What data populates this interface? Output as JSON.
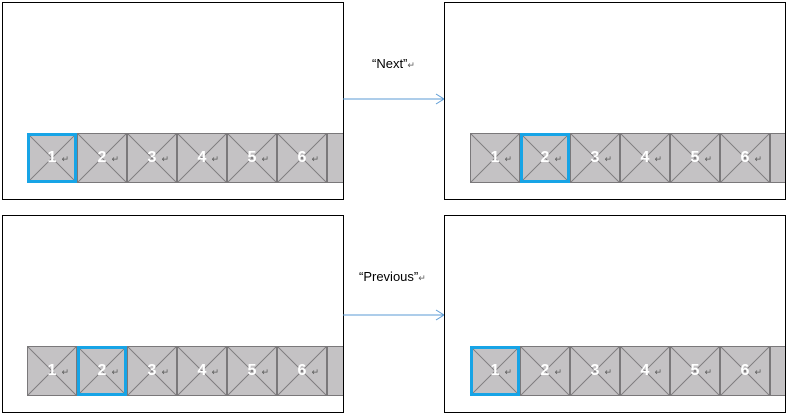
{
  "accent_color": "#17a4e6",
  "arrow_color": "#5b9bd5",
  "return_mark": "↵",
  "scenarios": [
    {
      "label": "“Next”",
      "before": {
        "items": [
          "1",
          "2",
          "3",
          "4",
          "5",
          "6"
        ],
        "selected": "1"
      },
      "after": {
        "items": [
          "1",
          "2",
          "3",
          "4",
          "5",
          "6"
        ],
        "selected": "2"
      }
    },
    {
      "label": "“Previous”",
      "before": {
        "items": [
          "1",
          "2",
          "3",
          "4",
          "5",
          "6"
        ],
        "selected": "2"
      },
      "after": {
        "items": [
          "1",
          "2",
          "3",
          "4",
          "5",
          "6"
        ],
        "selected": "1"
      }
    }
  ]
}
